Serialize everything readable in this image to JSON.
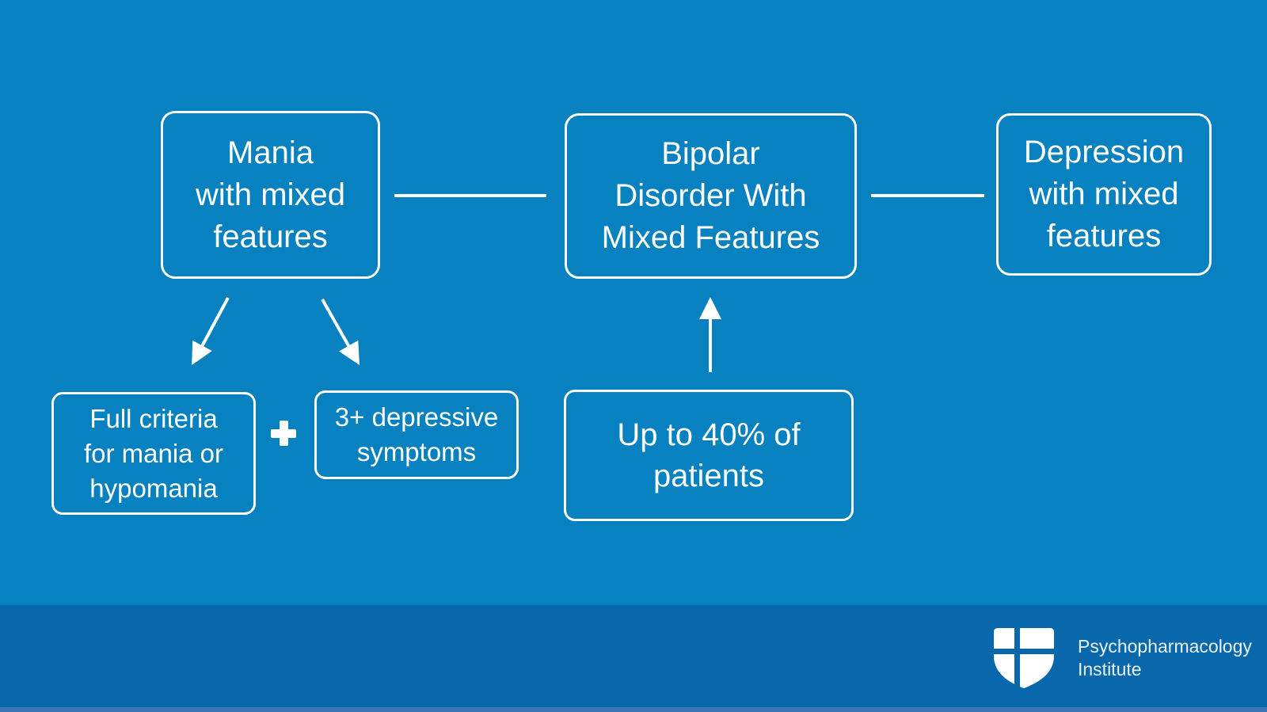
{
  "slide": {
    "colors": {
      "background": "#0781BF",
      "footer_band": "#0968AB",
      "footer_bottom_strip": "#3B78B3",
      "box_border": "#FFFFFF",
      "text": "#FFFFFF",
      "connector": "#FFFFFF"
    }
  },
  "boxes": {
    "mania": "Mania\nwith mixed\nfeatures",
    "bipolar": "Bipolar\nDisorder With\nMixed Features",
    "depression": "Depression\nwith mixed\nfeatures",
    "full_criteria": "Full criteria\nfor mania or\nhypomania",
    "depressive_symptoms": "3+ depressive\nsymptoms",
    "patients": "Up to 40% of\npatients"
  },
  "icons": {
    "plus": "plus-icon",
    "logo": "shield-cross-icon"
  },
  "footer": {
    "brand_line1": "Psychopharmacology",
    "brand_line2": "Institute"
  }
}
